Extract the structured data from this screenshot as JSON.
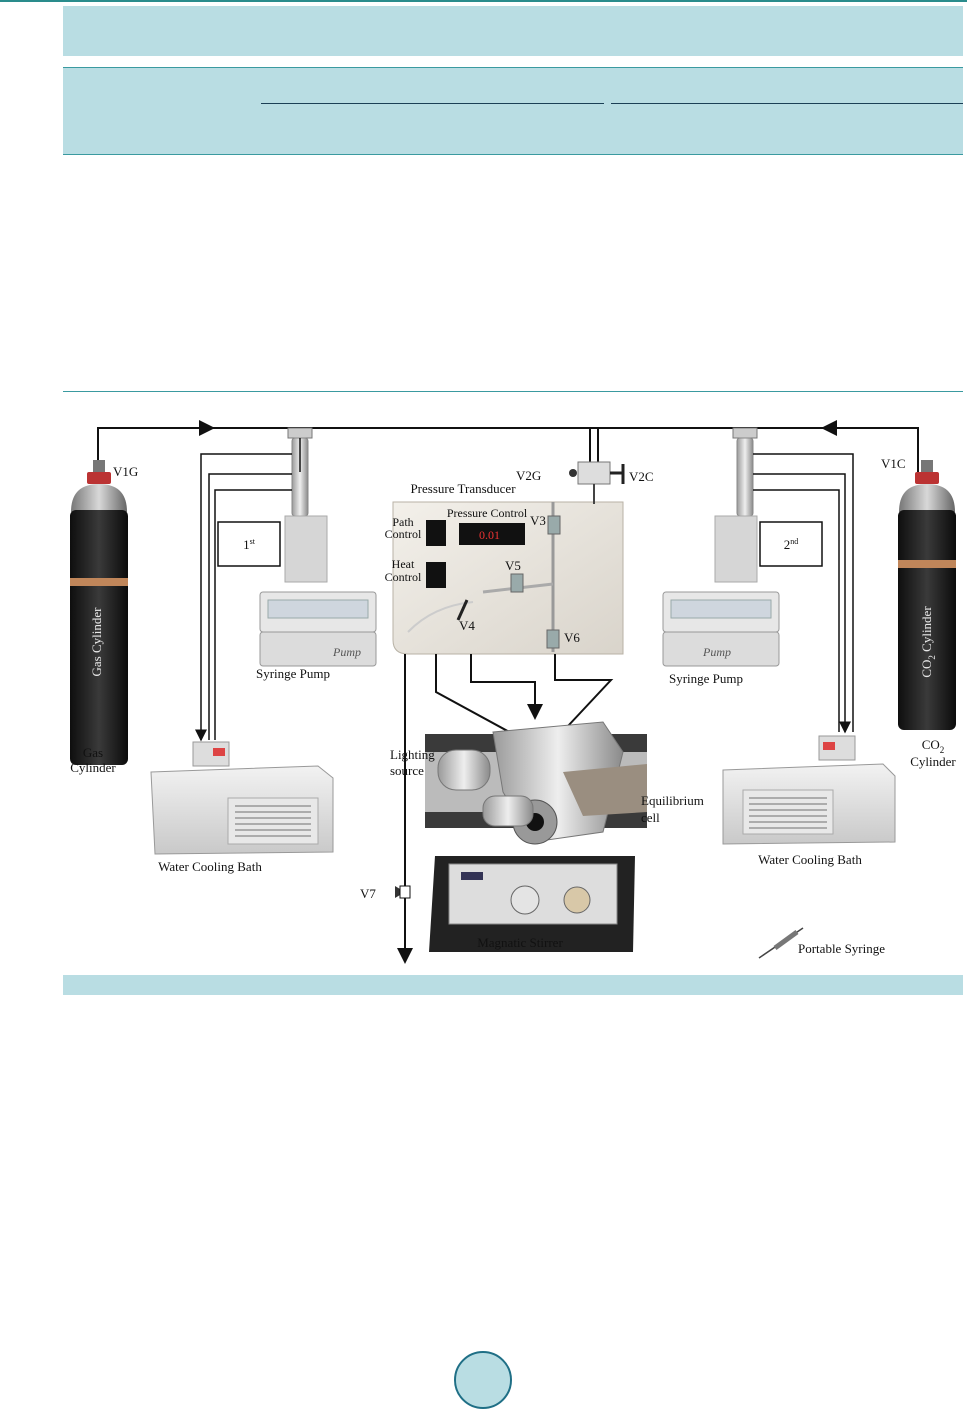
{
  "figure": {
    "labels": {
      "v1g": "V1G",
      "v1c": "V1C",
      "v2g": "V2G",
      "v2c": "V2C",
      "v3": "V3",
      "v4": "V4",
      "v5": "V5",
      "v6": "V6",
      "v7": "V7",
      "pressure_transducer": "Pressure Transducer",
      "pressure_control": "Pressure Control",
      "path_control_1": "Path",
      "path_control_2": "Control",
      "heat_control_1": "Heat",
      "heat_control_2": "Control",
      "gas_cylinder_vertical": "Gas Cylinder",
      "gas_cylinder_1": "Gas",
      "gas_cylinder_2": "Cylinder",
      "co2_cylinder_vertical_pre": "CO",
      "co2_cylinder_vertical_sub": "2",
      "co2_cylinder_vertical_post": " Cylinder",
      "co2_1_pre": "CO",
      "co2_1_sub": "2",
      "co2_2": "Cylinder",
      "first_pre": "1",
      "first_sup": "st",
      "second_pre": "2",
      "second_sup": "nd",
      "syringe_pump_left": "Syringe Pump",
      "syringe_pump_right": "Syringe Pump",
      "pump_word_left": "Pump",
      "pump_word_right": "Pump",
      "water_bath_left": "Water Cooling Bath",
      "water_bath_right": "Water Cooling Bath",
      "lighting_1": "Lighting",
      "lighting_2": "source",
      "equilibrium_1": "Equilibrium",
      "equilibrium_2": "cell",
      "magnetic_stirrer": "Magnatic Stirrer",
      "portable_syringe": "Portable Syringe",
      "display_readout": "0.01"
    }
  }
}
